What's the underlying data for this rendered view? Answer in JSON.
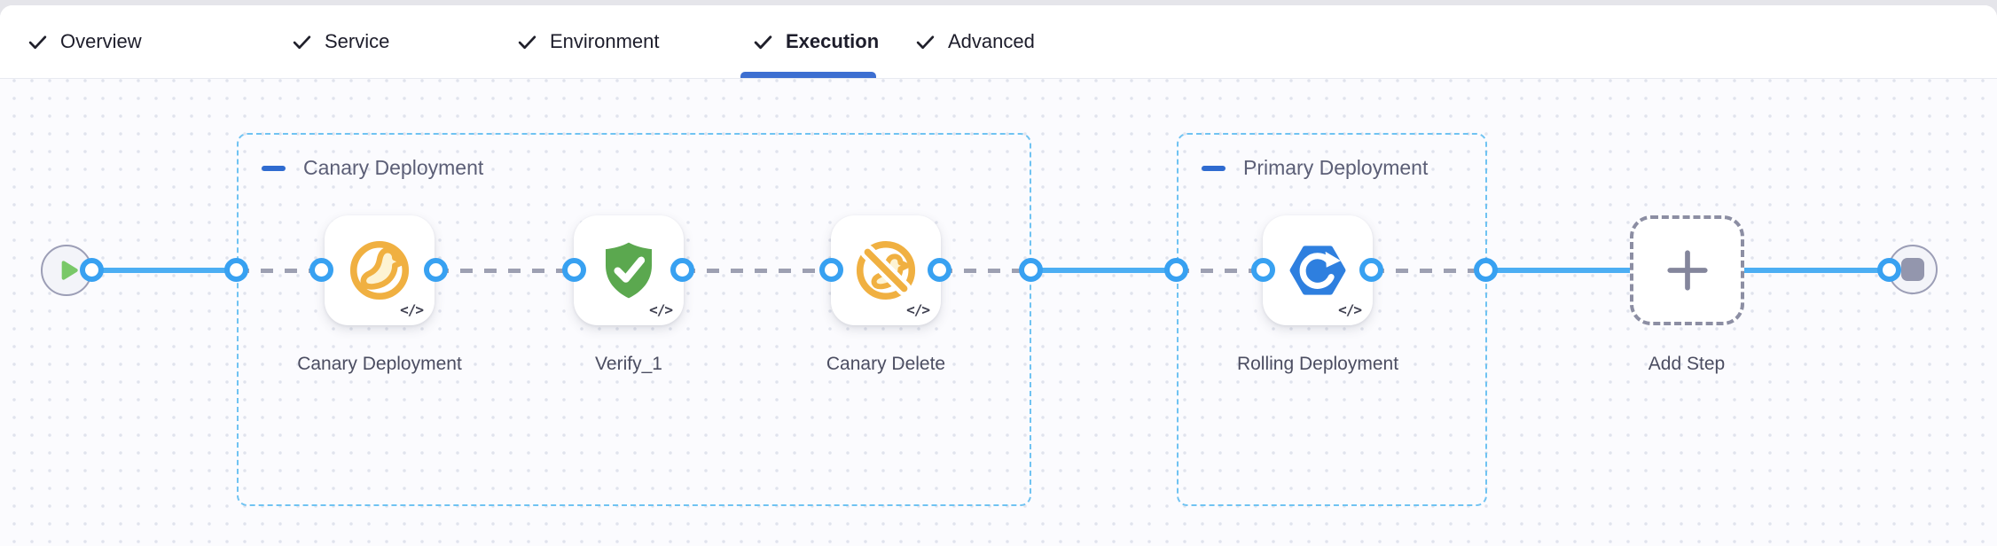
{
  "tabs": {
    "items": [
      {
        "label": "Overview",
        "completed": true,
        "active": false
      },
      {
        "label": "Service",
        "completed": true,
        "active": false
      },
      {
        "label": "Environment",
        "completed": true,
        "active": false
      },
      {
        "label": "Execution",
        "completed": true,
        "active": true
      },
      {
        "label": "Advanced",
        "completed": true,
        "active": false
      }
    ]
  },
  "canvas": {
    "start_node": {
      "icon": "play-icon"
    },
    "end_node": {
      "icon": "stop-icon"
    },
    "groups": [
      {
        "label": "Canary Deployment",
        "collapse_icon": "minus-icon",
        "steps": [
          {
            "label": "Canary Deployment",
            "icon": "canary-bird-icon",
            "badge": "</>"
          },
          {
            "label": "Verify_1",
            "icon": "shield-check-icon",
            "badge": "</>"
          },
          {
            "label": "Canary Delete",
            "icon": "canary-slash-icon",
            "badge": "</>"
          }
        ]
      },
      {
        "label": "Primary Deployment",
        "collapse_icon": "minus-icon",
        "steps": [
          {
            "label": "Rolling Deployment",
            "icon": "rolling-update-icon",
            "badge": "</>"
          }
        ]
      }
    ],
    "add_step": {
      "label": "Add Step",
      "icon": "plus-icon"
    }
  },
  "colors": {
    "active_tab_underline": "#3d6fd1",
    "connector_solid": "#4caef3",
    "connector_ring": "#38a1f1",
    "connector_dashed": "#9da0b2",
    "group_border": "#70c3f2",
    "canary_amber": "#f0b041",
    "verify_green": "#5ba84f",
    "rolling_blue": "#2e7fdf"
  }
}
